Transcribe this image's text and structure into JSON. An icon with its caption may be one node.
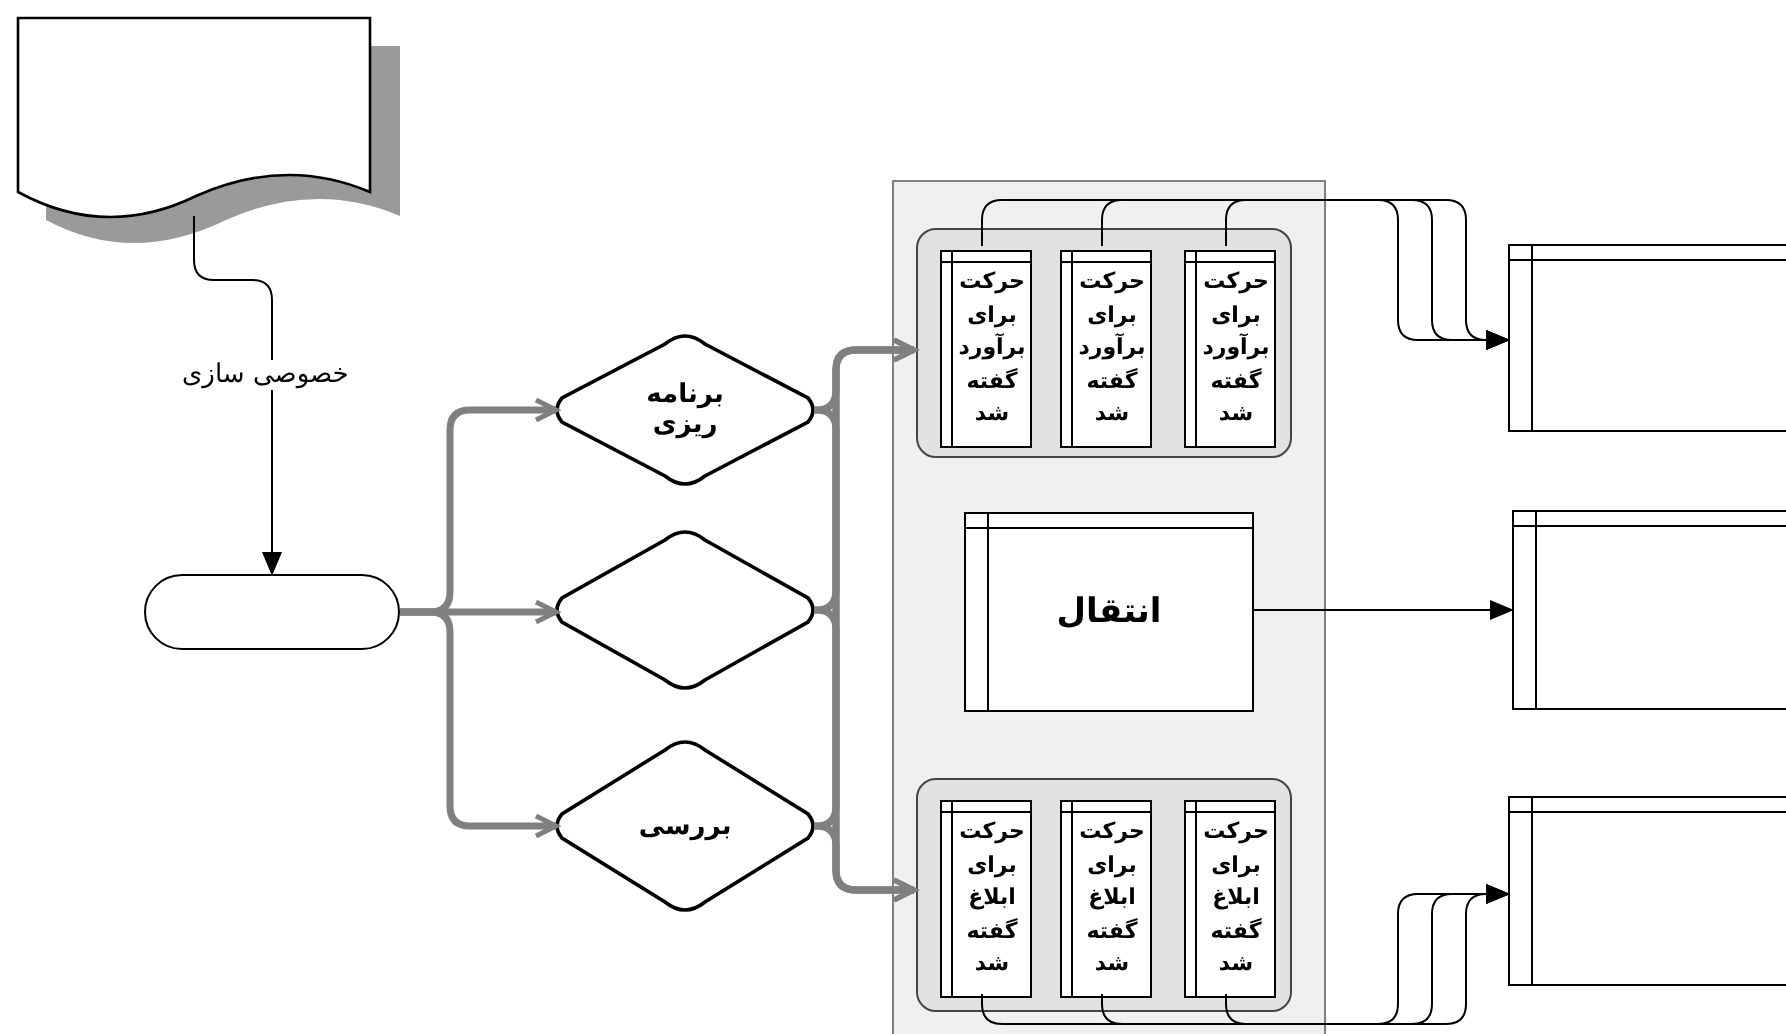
{
  "diagram": {
    "nodes": [
      {
        "text": [],
        "shape": "document"
      },
      {
        "text": [],
        "shape": "box"
      },
      {
        "text": [
          "برنامه ریزی"
        ]
      },
      {
        "text": [],
        "shape": "diamond"
      },
      {
        "text": [
          "بررسی"
        ]
      },
      {
        "text": [],
        "shape": "box"
      },
      {
        "text": [],
        "shape": "box",
        "in": 5
      },
      {
        "text": [
          "حرکت برای برآورد گفته شد"
        ],
        "in": 6
      },
      {
        "text": [
          "حرکت برای برآورد گفته شد"
        ],
        "in": 6
      },
      {
        "text": [
          "حرکت برای برآورد گفته شد"
        ],
        "in": 6
      },
      {
        "text": [
          "انتقال"
        ],
        "in": 5
      },
      {
        "text": [],
        "shape": "box",
        "in": 5
      },
      {
        "text": [
          "حرکت برای ابلاغ گفته شد"
        ],
        "in": 11
      },
      {
        "text": [
          "حرکت برای ابلاغ گفته شد"
        ],
        "in": 11
      },
      {
        "text": [
          "حرکت برای ابلاغ گفته شد"
        ],
        "in": 11
      },
      {
        "text": [],
        "shape": "box"
      },
      {
        "text": [],
        "shape": "box"
      },
      {
        "text": [],
        "shape": "box"
      }
    ],
    "edges": [
      {
        "from": 0,
        "to": 1,
        "arrow": "to",
        "label": "خصوصی سازی",
        "color": "#000000"
      },
      {
        "from": 1,
        "to": 2,
        "arrow": "to",
        "color": "#808080"
      },
      {
        "from": 1,
        "to": 3,
        "arrow": "to",
        "color": "#808080"
      },
      {
        "from": 1,
        "to": 4,
        "arrow": "to",
        "color": "#808080"
      },
      {
        "from": 2,
        "to": 6,
        "arrow": "to",
        "color": "#808080"
      },
      {
        "from": 3,
        "to": 6,
        "arrow": "to",
        "color": "#808080"
      },
      {
        "from": 4,
        "to": 6,
        "arrow": "to",
        "color": "#808080"
      },
      {
        "from": 2,
        "to": 11,
        "arrow": "to",
        "color": "#808080"
      },
      {
        "from": 3,
        "to": 11,
        "arrow": "to",
        "color": "#808080"
      },
      {
        "from": 4,
        "to": 11,
        "arrow": "to",
        "color": "#808080"
      },
      {
        "from": 7,
        "to": 15,
        "arrow": "to",
        "color": "#000000"
      },
      {
        "from": 8,
        "to": 15,
        "arrow": "to",
        "color": "#000000"
      },
      {
        "from": 9,
        "to": 15,
        "arrow": "to",
        "color": "#000000"
      },
      {
        "from": 10,
        "to": 16,
        "arrow": "to",
        "color": "#000000"
      },
      {
        "from": 12,
        "to": 17,
        "arrow": "to",
        "color": "#000000"
      },
      {
        "from": 13,
        "to": 17,
        "arrow": "to",
        "color": "#000000"
      },
      {
        "from": 14,
        "to": 17,
        "arrow": "to",
        "color": "#000000"
      }
    ]
  }
}
